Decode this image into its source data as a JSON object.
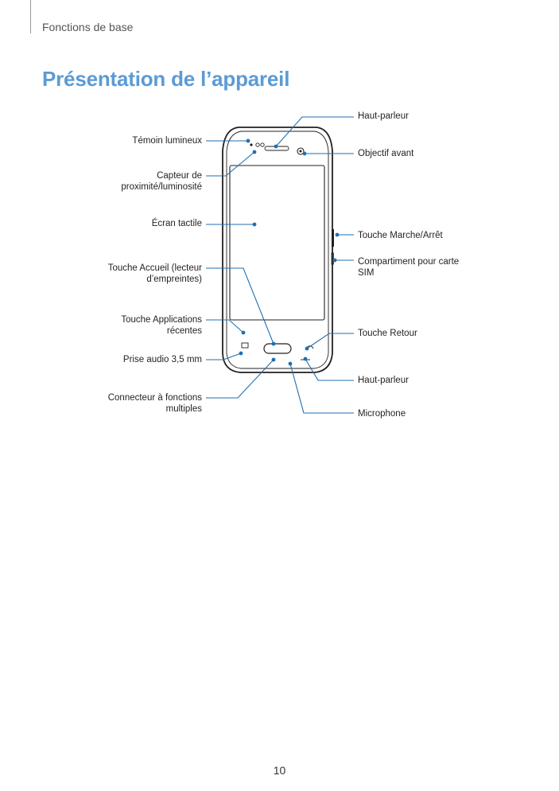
{
  "header": {
    "section": "Fonctions de base"
  },
  "title": "Présentation de l’appareil",
  "labels_left": [
    [
      "Témoin lumineux"
    ],
    [
      "Capteur de",
      "proximité/luminosité"
    ],
    [
      "Écran tactile"
    ],
    [
      "Touche Accueil (lecteur",
      "d’empreintes)"
    ],
    [
      "Touche Applications",
      "récentes"
    ],
    [
      "Prise audio 3,5 mm"
    ],
    [
      "Connecteur à fonctions",
      "multiples"
    ]
  ],
  "labels_right": [
    [
      "Haut-parleur"
    ],
    [
      "Objectif avant"
    ],
    [
      "Touche Marche/Arrêt"
    ],
    [
      "Compartiment pour carte",
      "SIM"
    ],
    [
      "Touche Retour"
    ],
    [
      "Haut-parleur"
    ],
    [
      "Microphone"
    ]
  ],
  "colors": {
    "accent": "#5b9bd5",
    "callout": "#1f6fb2"
  },
  "footer": {
    "page_number": "10"
  }
}
